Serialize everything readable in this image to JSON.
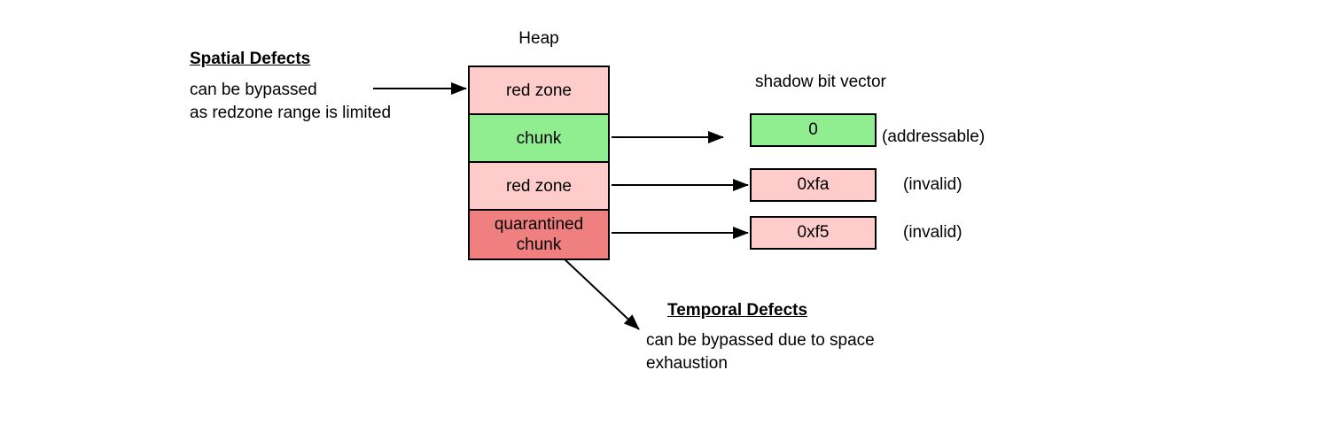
{
  "diagram": {
    "heap": {
      "title": "Heap",
      "cells": [
        {
          "label": "red zone",
          "color": "#ffcccc",
          "kind": "redzone"
        },
        {
          "label": "chunk",
          "color": "#90ee90",
          "kind": "chunk"
        },
        {
          "label": "red zone",
          "color": "#ffcccc",
          "kind": "redzone"
        },
        {
          "label": "quarantined\nchunk",
          "color": "#f08080",
          "kind": "quarantined-chunk"
        }
      ]
    },
    "shadow": {
      "title": "shadow bit vector",
      "entries": [
        {
          "value": "0",
          "note": "(addressable)",
          "color": "#90ee90"
        },
        {
          "value": "0xfa",
          "note": "(invalid)",
          "color": "#ffcccc"
        },
        {
          "value": "0xf5",
          "note": "(invalid)",
          "color": "#ffcccc"
        }
      ]
    },
    "annotations": [
      {
        "id": "spatial",
        "title": "Spatial Defects",
        "body_line1": "can be bypassed",
        "body_line2": "as redzone range is limited"
      },
      {
        "id": "temporal",
        "title": "Temporal Defects",
        "body_line1": "can be bypassed due to space",
        "body_line2": "exhaustion"
      }
    ],
    "colors": {
      "redzone": "#ffcccc",
      "chunk": "#90ee90",
      "quarantined": "#f08080",
      "stroke": "#000000",
      "background": "#ffffff"
    }
  }
}
